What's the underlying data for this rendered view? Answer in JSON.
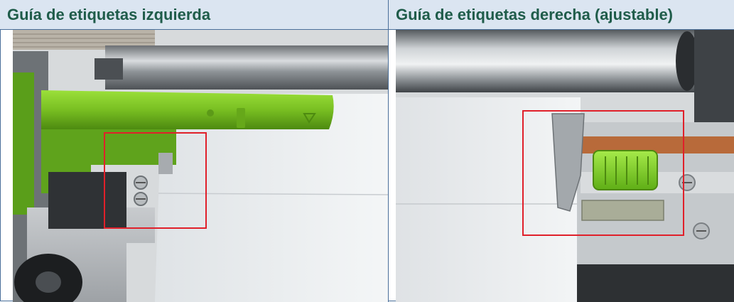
{
  "headers": {
    "left": "Guía de etiquetas izquierda",
    "right": "Guía de etiquetas derecha (ajustable)"
  },
  "colors": {
    "header_bg": "#dbe5f1",
    "header_text": "#1f5c4a",
    "border": "#4a6f9a",
    "highlight_box": "#e0202a",
    "guide_green": "#7cc02a"
  },
  "photos": {
    "left": {
      "subject": "left-label-guide-photo"
    },
    "right": {
      "subject": "right-adjustable-label-guide-photo"
    }
  }
}
